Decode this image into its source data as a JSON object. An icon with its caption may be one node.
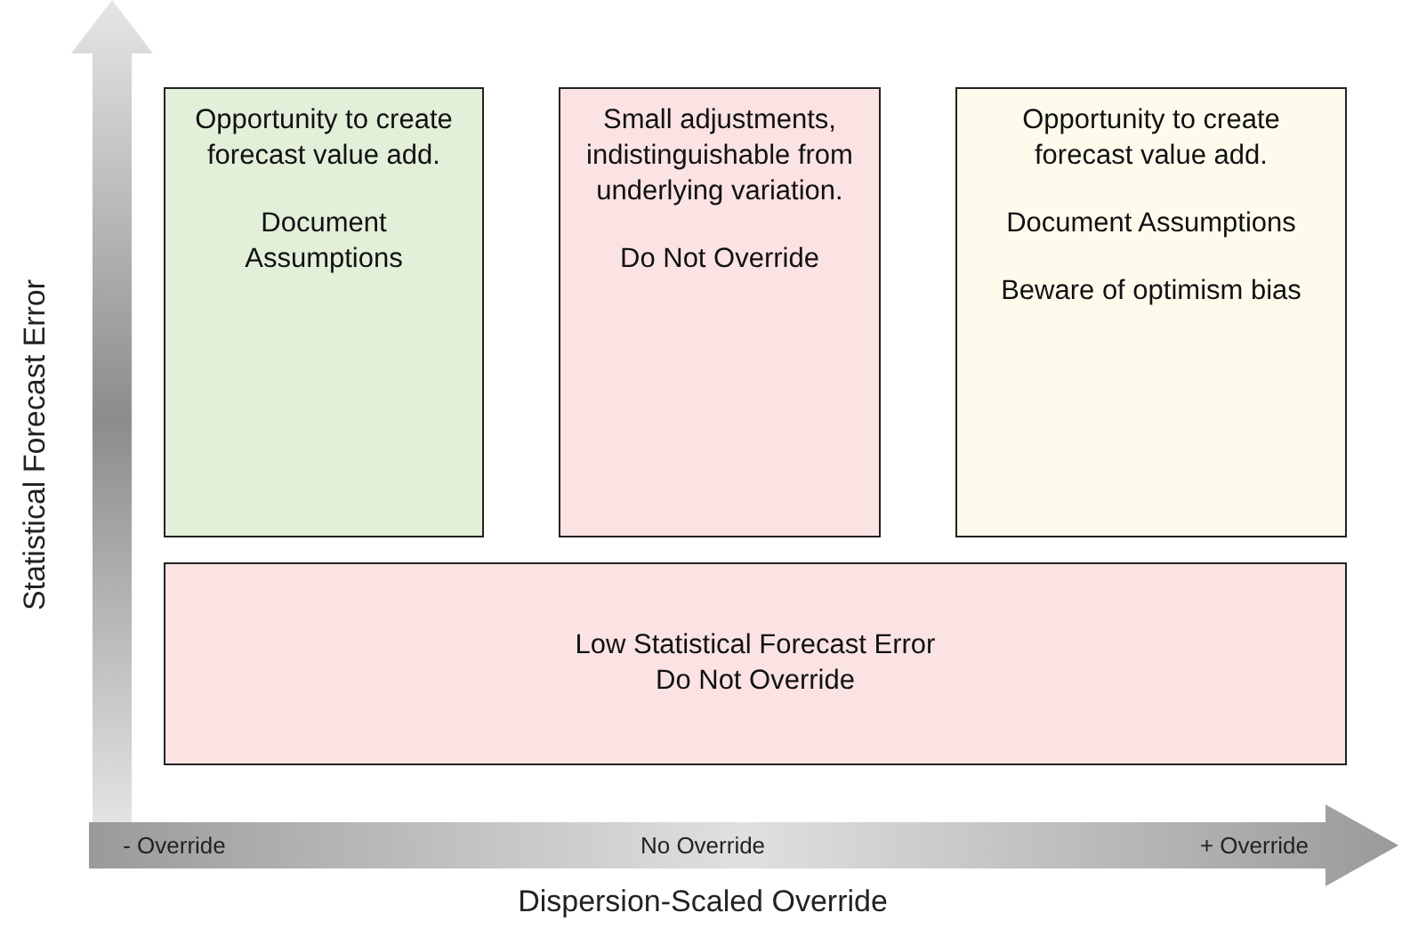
{
  "diagram": {
    "nodes": [
      {
        "text": [
          "Opportunity to create forecast value add.",
          "Document Assumptions"
        ]
      },
      {
        "text": [
          "Small adjustments, indistinguishable from underlying variation.",
          "Do Not Override"
        ]
      },
      {
        "text": [
          "Opportunity to create forecast value add.",
          "Document Assumptions",
          "Beware of optimism bias"
        ]
      },
      {
        "text": [
          "Low Statistical Forecast Error",
          "Do Not Override"
        ]
      }
    ],
    "labels": [
      "Statistical Forecast Error",
      "- Override",
      "No Override",
      "+ Override",
      "Dispersion-Scaled Override"
    ]
  }
}
